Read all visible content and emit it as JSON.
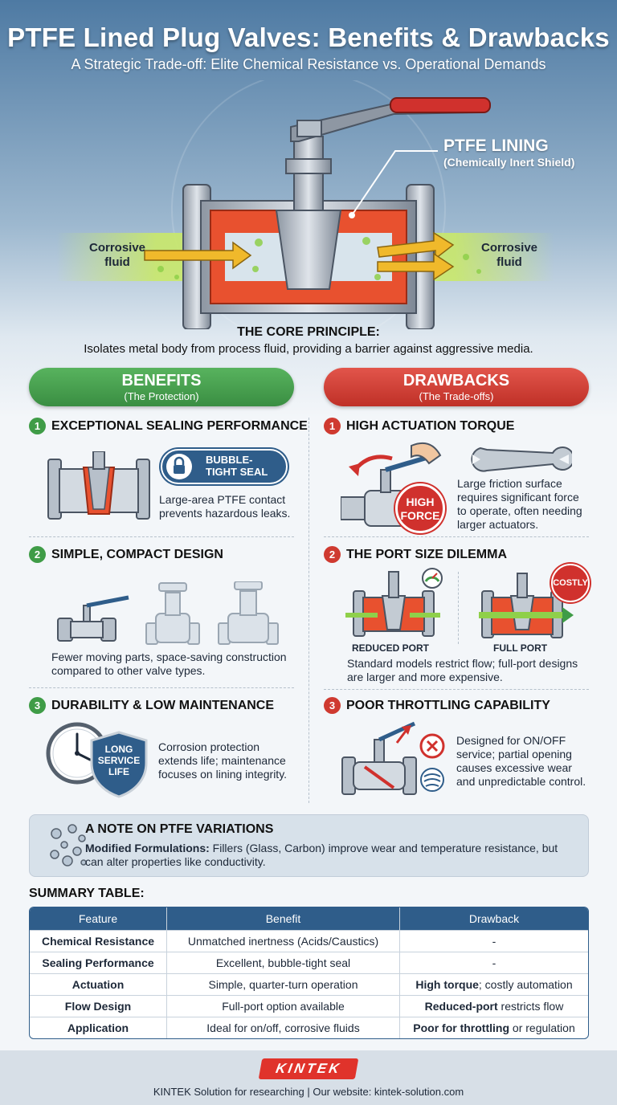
{
  "header": {
    "title": "PTFE Lined Plug Valves: Benefits & Drawbacks",
    "subtitle": "A Strategic Trade-off: Elite Chemical Resistance vs. Operational Demands"
  },
  "hero": {
    "lining_label": "PTFE LINING",
    "lining_sub": "(Chemically Inert Shield)",
    "fluid_left": "Corrosive fluid",
    "fluid_right": "Corrosive fluid",
    "core_title": "THE CORE PRINCIPLE:",
    "core_text": "Isolates metal body from process fluid, providing a barrier against aggressive media."
  },
  "benefits": {
    "title": "BENEFITS",
    "subtitle": "(The Protection)",
    "items": [
      {
        "num": "1",
        "title": "EXCEPTIONAL SEALING PERFORMANCE",
        "badge": "BUBBLE-TIGHT SEAL",
        "text": "Large-area PTFE contact prevents hazardous leaks."
      },
      {
        "num": "2",
        "title": "SIMPLE, COMPACT DESIGN",
        "text": "Fewer moving parts, space-saving construction compared to other valve types."
      },
      {
        "num": "3",
        "title": "DURABILITY & LOW MAINTENANCE",
        "badge": "LONG SERVICE LIFE",
        "text": "Corrosion protection extends life; maintenance focuses on lining integrity."
      }
    ]
  },
  "drawbacks": {
    "title": "DRAWBACKS",
    "subtitle": "(The Trade-offs)",
    "items": [
      {
        "num": "1",
        "title": "HIGH ACTUATION TORQUE",
        "badge": "HIGH FORCE",
        "text": "Large friction surface requires significant force to operate, often needing larger actuators."
      },
      {
        "num": "2",
        "title": "THE PORT SIZE DILEMMA",
        "badge": "COSTLY",
        "label_a": "REDUCED PORT",
        "label_b": "FULL PORT",
        "text": "Standard models restrict flow; full-port designs are larger and more expensive."
      },
      {
        "num": "3",
        "title": "POOR THROTTLING CAPABILITY",
        "text": "Designed for ON/OFF service; partial opening causes excessive wear and unpredictable control."
      }
    ]
  },
  "note": {
    "title": "A NOTE ON PTFE VARIATIONS",
    "lead": "Modified Formulations:",
    "text": " Fillers (Glass, Carbon) improve wear and temperature resistance, but can alter properties like conductivity."
  },
  "summary": {
    "label": "SUMMARY TABLE:",
    "headers": [
      "Feature",
      "Benefit",
      "Drawback"
    ],
    "rows": [
      {
        "feature": "Chemical Resistance",
        "benefit": "Unmatched inertness (Acids/Caustics)",
        "draw_bold": "",
        "draw_rest": "-"
      },
      {
        "feature": "Sealing Performance",
        "benefit": "Excellent, bubble-tight seal",
        "draw_bold": "",
        "draw_rest": "-"
      },
      {
        "feature": "Actuation",
        "benefit": "Simple, quarter-turn operation",
        "draw_bold": "High torque",
        "draw_rest": "; costly automation"
      },
      {
        "feature": "Flow Design",
        "benefit": "Full-port option available",
        "draw_bold": "Reduced-port",
        "draw_rest": " restricts flow"
      },
      {
        "feature": "Application",
        "benefit": "Ideal for on/off, corrosive fluids",
        "draw_bold": "Poor for throttling",
        "draw_rest": " or regulation"
      }
    ]
  },
  "footer": {
    "logo": "KINTEK",
    "text_a": "KINTEK Solution for researching",
    "separator": "|",
    "text_b": "Our website: kintek-solution.com"
  },
  "colors": {
    "benefit_green": "#3f9c47",
    "drawback_red": "#cf3a30",
    "ptfe_orange": "#e8512f",
    "table_blue": "#2f5d8a"
  }
}
